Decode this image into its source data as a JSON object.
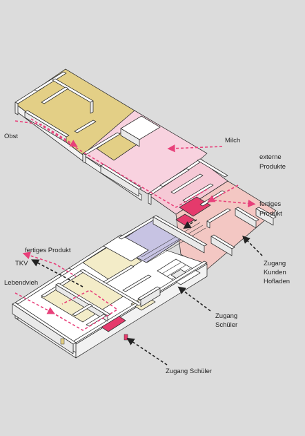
{
  "labels": {
    "obst": "Obst",
    "milch": "Milch",
    "externe_produkte_1": "externe",
    "externe_produkte_2": "Produkte",
    "fertiges_produkt_right_1": "fertiges",
    "fertiges_produkt_right_2": "Produkt",
    "fertiges_produkt_left": "fertiges Produkt",
    "tkv": "TKV",
    "lebendvieh": "Lebendvieh",
    "zugang_kunden_1": "Zugang",
    "zugang_kunden_2": "Kunden",
    "zugang_kunden_3": "Hofladen",
    "zugang_schueler_mid_1": "Zugang",
    "zugang_schueler_mid_2": "Schüler",
    "zugang_schueler_bottom": "Zugang Schüler"
  },
  "colors": {
    "background": "#dcdcdc",
    "fruit_area": "#e3cf86",
    "milk_area": "#f8d2df",
    "external_area": "#f6c9d6",
    "shop_area": "#f3c7c3",
    "lilac_area": "#c7c3e3",
    "stable_area": "#f3ecc8",
    "accent_red": "#e53a6c",
    "flow_pink": "#e8407a",
    "flow_black": "#222222"
  }
}
